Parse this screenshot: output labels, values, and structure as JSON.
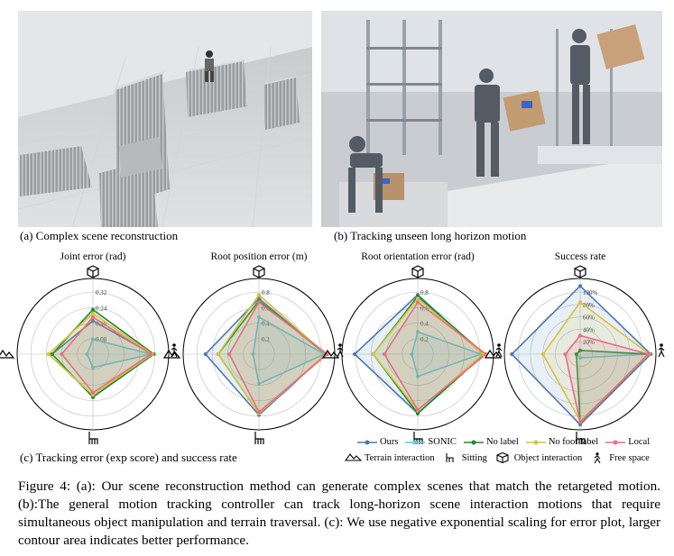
{
  "subcaptions": {
    "a": "(a) Complex scene reconstruction",
    "b": "(b) Tracking unseen long horizon motion",
    "c": "(c) Tracking error (exp score) and success rate"
  },
  "figure_caption": {
    "label": "Figure 4:",
    "text": "(a): Our scene reconstruction method can generate complex scenes that match the retargeted motion. (b):The general motion tracking controller can track long-horizon scene interaction motions that require simultaneous object manipulation and terrain traversal. (c): We use negative exponential scaling for error plot, larger contour area indicates better performance."
  },
  "legend": {
    "methods": [
      {
        "name": "Ours",
        "color": "#4a78b5"
      },
      {
        "name": "SONIC",
        "color": "#5cc8e8"
      },
      {
        "name": "No label",
        "color": "#1f8a2c"
      },
      {
        "name": "No foot label",
        "color": "#d8c23a"
      },
      {
        "name": "Local",
        "color": "#ec6b82"
      }
    ],
    "axes": [
      {
        "name": "Terrain interaction",
        "icon": "terrain-icon"
      },
      {
        "name": "Sitting",
        "icon": "chair-icon"
      },
      {
        "name": "Object interaction",
        "icon": "box-icon"
      },
      {
        "name": "Free space",
        "icon": "walker-icon"
      }
    ]
  },
  "chart_data": [
    {
      "type": "radar",
      "title": "Joint error (rad)",
      "axes": [
        "Object interaction",
        "Free space",
        "Sitting",
        "Terrain interaction"
      ],
      "ring_labels": [
        "0.08",
        "0.16",
        "0.24",
        "0.32"
      ],
      "series": [
        {
          "name": "Ours",
          "values": [
            0.45,
            0.8,
            0.58,
            0.55
          ]
        },
        {
          "name": "SONIC",
          "values": [
            0.2,
            0.78,
            0.18,
            0.08
          ]
        },
        {
          "name": "No label",
          "values": [
            0.6,
            0.82,
            0.58,
            0.55
          ]
        },
        {
          "name": "No foot label",
          "values": [
            0.55,
            0.8,
            0.55,
            0.6
          ]
        },
        {
          "name": "Local",
          "values": [
            0.5,
            0.78,
            0.52,
            0.42
          ]
        }
      ]
    },
    {
      "type": "radar",
      "title": "Root position error (m)",
      "axes": [
        "Object interaction",
        "Free space",
        "Sitting",
        "Terrain interaction"
      ],
      "ring_labels": [
        "0.2",
        "0.4",
        "0.6",
        "0.8"
      ],
      "series": [
        {
          "name": "Ours",
          "values": [
            0.75,
            0.9,
            0.82,
            0.72
          ]
        },
        {
          "name": "SONIC",
          "values": [
            0.5,
            0.88,
            0.4,
            0.08
          ]
        },
        {
          "name": "No label",
          "values": [
            0.72,
            0.9,
            0.8,
            0.55
          ]
        },
        {
          "name": "No foot label",
          "values": [
            0.8,
            0.9,
            0.8,
            0.55
          ]
        },
        {
          "name": "Local",
          "values": [
            0.7,
            0.92,
            0.78,
            0.4
          ]
        }
      ]
    },
    {
      "type": "radar",
      "title": "Root orientation error (rad)",
      "axes": [
        "Object interaction",
        "Free space",
        "Sitting",
        "Terrain interaction"
      ],
      "ring_labels": [
        "0.2",
        "0.4",
        "0.6",
        "0.8"
      ],
      "series": [
        {
          "name": "Ours",
          "values": [
            0.8,
            0.88,
            0.8,
            0.85
          ]
        },
        {
          "name": "SONIC",
          "values": [
            0.3,
            0.85,
            0.3,
            0.08
          ]
        },
        {
          "name": "No label",
          "values": [
            0.78,
            0.9,
            0.8,
            0.6
          ]
        },
        {
          "name": "No foot label",
          "values": [
            0.75,
            0.88,
            0.76,
            0.6
          ]
        },
        {
          "name": "Local",
          "values": [
            0.7,
            0.92,
            0.75,
            0.45
          ]
        }
      ]
    },
    {
      "type": "radar",
      "title": "Success rate",
      "axes": [
        "Object interaction",
        "Free space",
        "Sitting",
        "Terrain interaction"
      ],
      "ring_labels": [
        "20%",
        "40%",
        "60%",
        "80%",
        "100%"
      ],
      "series": [
        {
          "name": "Ours",
          "values": [
            0.92,
            0.95,
            0.95,
            0.92
          ]
        },
        {
          "name": "SONIC",
          "values": [
            0.05,
            0.9,
            0.05,
            0.05
          ]
        },
        {
          "name": "No label",
          "values": [
            0.05,
            0.92,
            0.92,
            0.05
          ]
        },
        {
          "name": "No foot label",
          "values": [
            0.7,
            0.93,
            0.9,
            0.5
          ]
        },
        {
          "name": "Local",
          "values": [
            0.25,
            0.92,
            0.92,
            0.2
          ]
        }
      ]
    }
  ]
}
